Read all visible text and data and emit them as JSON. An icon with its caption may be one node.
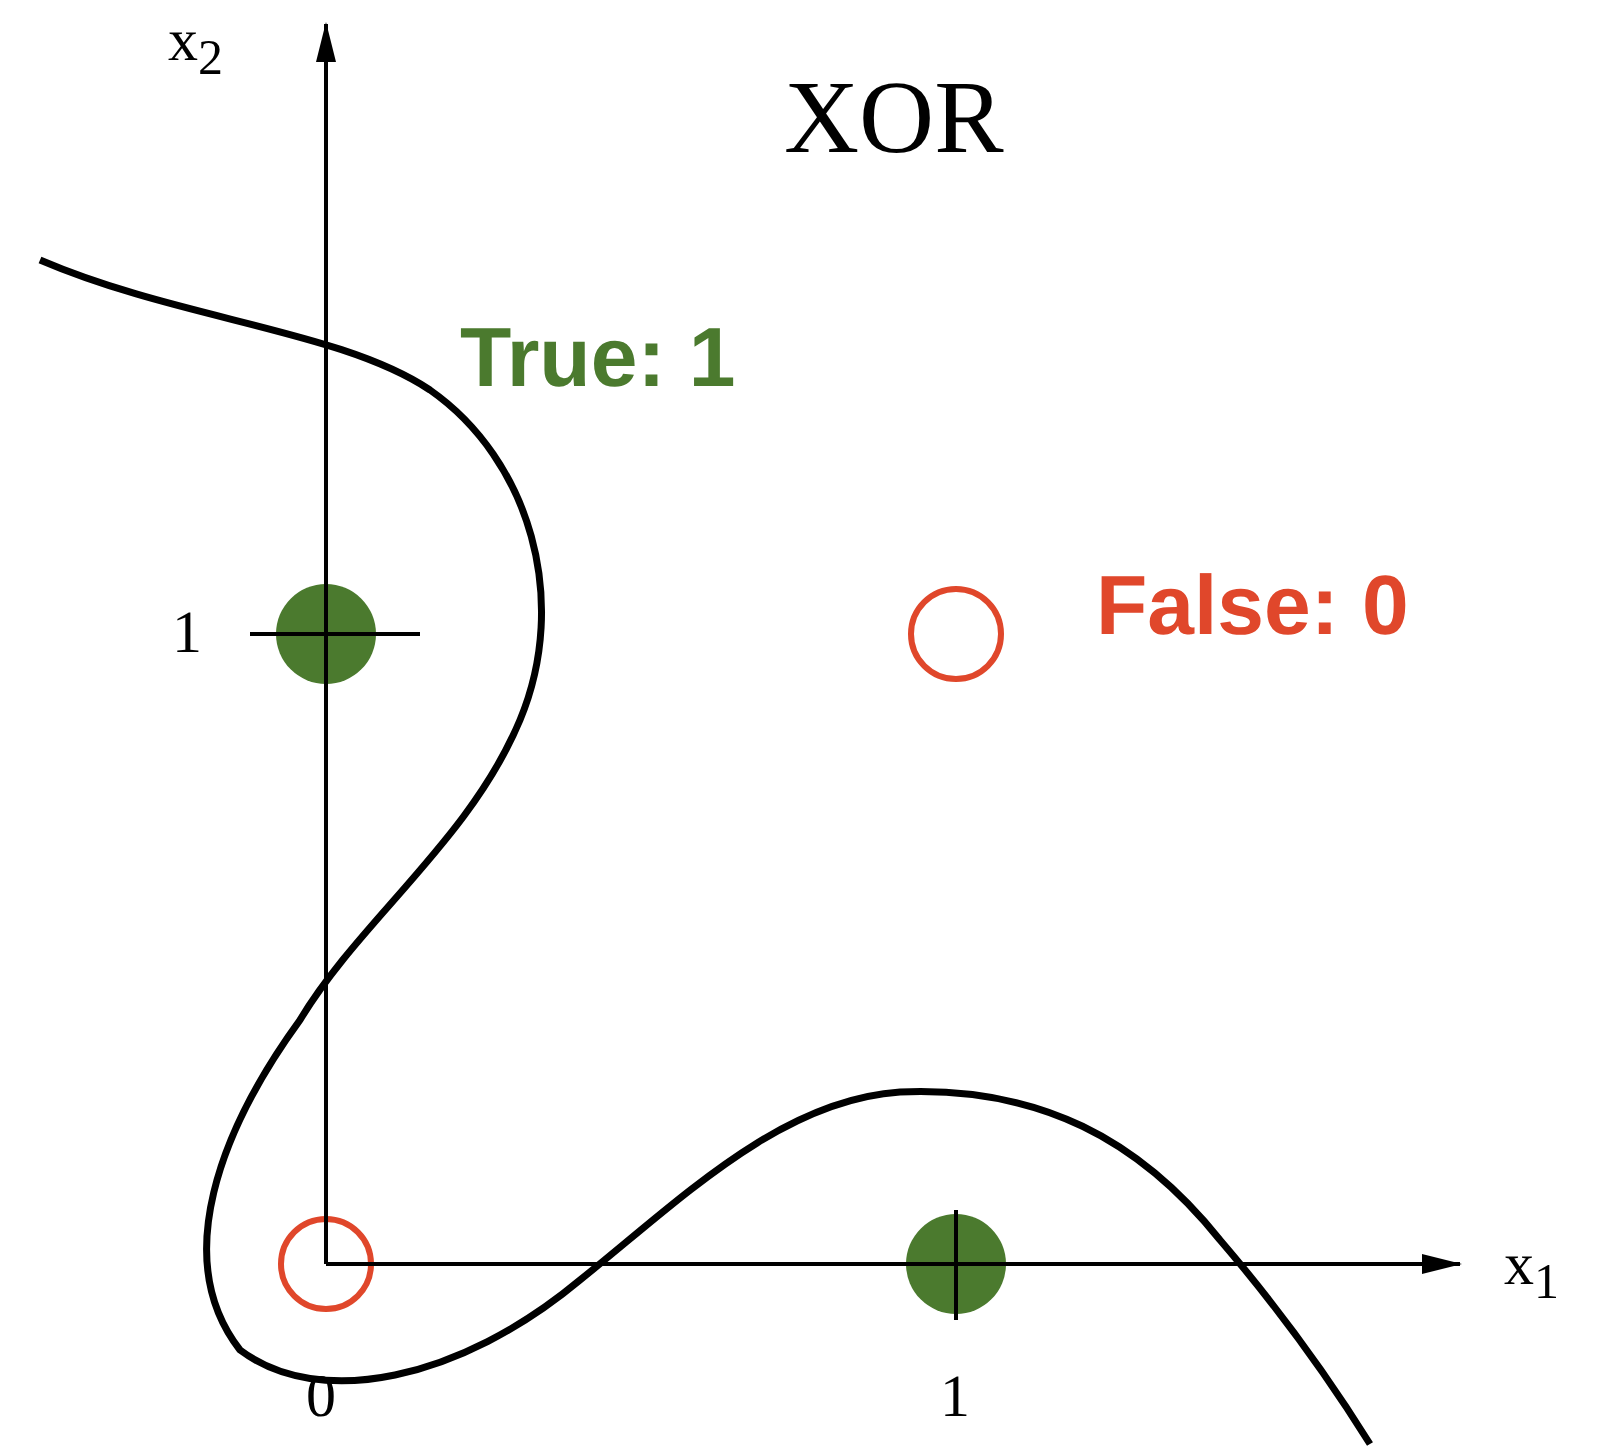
{
  "diagram": {
    "title": "XOR",
    "labels": [
      "x$_{2}$",
      "True: 1",
      "1",
      "False: 0",
      "0",
      "1",
      "x$_{1}$"
    ]
  }
}
